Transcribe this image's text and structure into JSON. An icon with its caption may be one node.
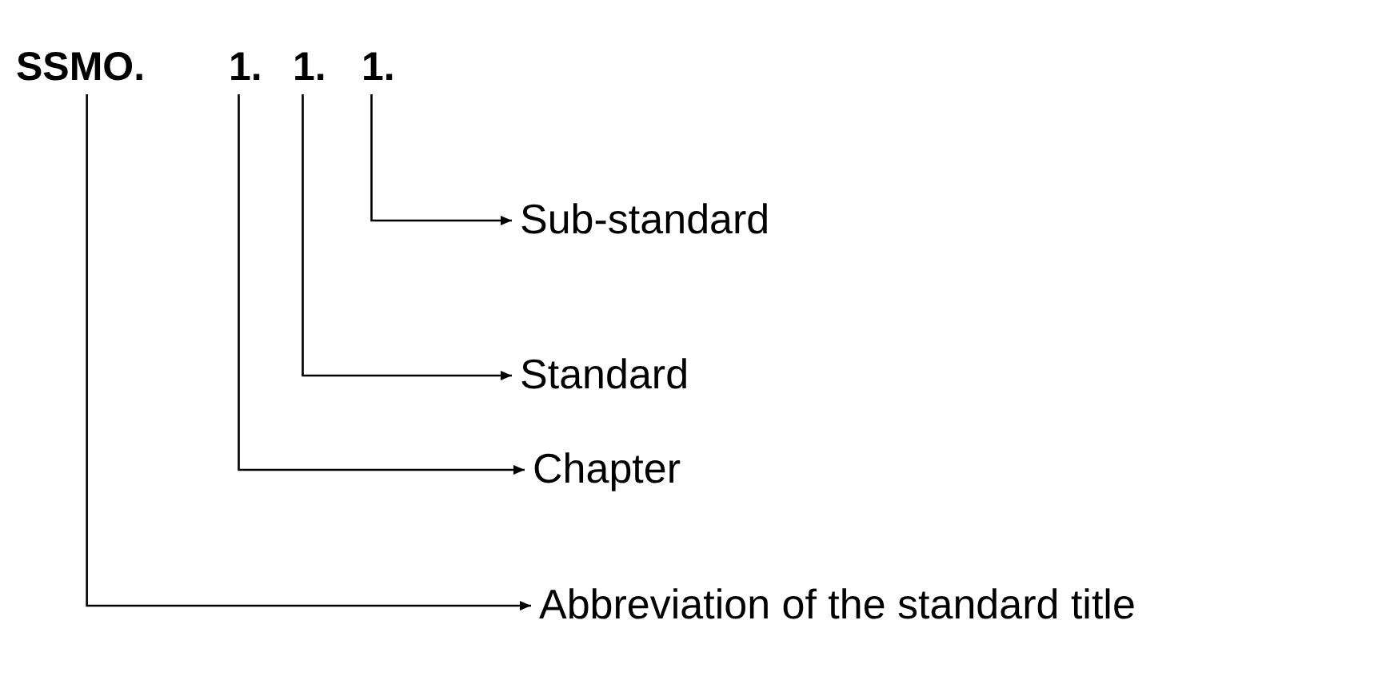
{
  "diagram": {
    "nodes": [
      {
        "text": [
          "SSMO."
        ]
      },
      {
        "text": [
          "1."
        ]
      },
      {
        "text": [
          "1."
        ]
      },
      {
        "text": [
          "1."
        ]
      },
      {
        "text": [
          "Sub-standard"
        ]
      },
      {
        "text": [
          "Standard"
        ]
      },
      {
        "text": [
          "Chapter"
        ]
      },
      {
        "text": [
          "Abbreviation of the standard title"
        ]
      }
    ],
    "edges": [
      {
        "from": 3,
        "to": 4,
        "arrow": "to"
      },
      {
        "from": 2,
        "to": 5,
        "arrow": "to"
      },
      {
        "from": 1,
        "to": 6,
        "arrow": "to"
      },
      {
        "from": 0,
        "to": 7,
        "arrow": "to"
      }
    ]
  }
}
